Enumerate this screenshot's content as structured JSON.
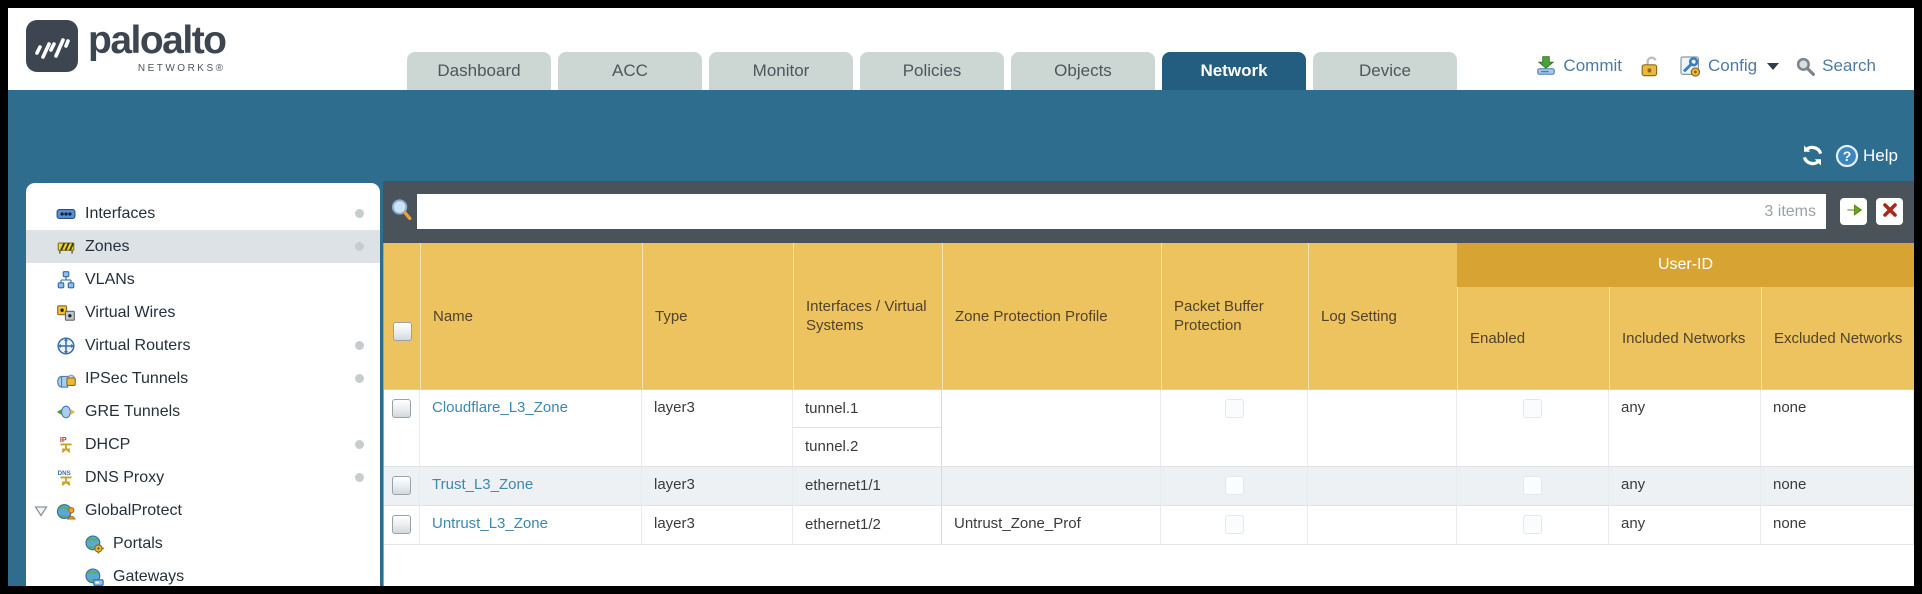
{
  "brand": {
    "logo_text": "paloalto",
    "logo_sub": "NETWORKS®",
    "logo_icon": "paloalto-logo-icon"
  },
  "nav_tabs": [
    {
      "label": "Dashboard",
      "active": false
    },
    {
      "label": "ACC",
      "active": false
    },
    {
      "label": "Monitor",
      "active": false
    },
    {
      "label": "Policies",
      "active": false
    },
    {
      "label": "Objects",
      "active": false
    },
    {
      "label": "Network",
      "active": true
    },
    {
      "label": "Device",
      "active": false
    }
  ],
  "header_actions": {
    "commit_label": "Commit",
    "commit_icon": "commit-icon",
    "lock_icon": "lock-icon",
    "config_label": "Config",
    "config_icon": "config-icon",
    "config_caret_icon": "caret-down-icon",
    "search_label": "Search",
    "search_icon": "search-icon"
  },
  "band": {
    "refresh_icon": "refresh-icon",
    "help_icon": "help-icon",
    "help_label": "Help"
  },
  "filter_bar": {
    "input_value": "",
    "items_count": "3 items",
    "search_icon": "filter-search-icon",
    "apply_icon": "go-arrow-icon",
    "clear_icon": "clear-x-icon"
  },
  "sidebar": {
    "items": [
      {
        "label": "Interfaces",
        "icon": "interfaces-icon",
        "dot": true,
        "selected": false,
        "child": false,
        "expandable": false
      },
      {
        "label": "Zones",
        "icon": "zones-icon",
        "dot": true,
        "selected": true,
        "child": false,
        "expandable": false
      },
      {
        "label": "VLANs",
        "icon": "vlans-icon",
        "dot": false,
        "selected": false,
        "child": false,
        "expandable": false
      },
      {
        "label": "Virtual Wires",
        "icon": "virtual-wires-icon",
        "dot": false,
        "selected": false,
        "child": false,
        "expandable": false
      },
      {
        "label": "Virtual Routers",
        "icon": "virtual-routers-icon",
        "dot": true,
        "selected": false,
        "child": false,
        "expandable": false
      },
      {
        "label": "IPSec Tunnels",
        "icon": "ipsec-tunnels-icon",
        "dot": true,
        "selected": false,
        "child": false,
        "expandable": false
      },
      {
        "label": "GRE Tunnels",
        "icon": "gre-tunnels-icon",
        "dot": false,
        "selected": false,
        "child": false,
        "expandable": false
      },
      {
        "label": "DHCP",
        "icon": "dhcp-icon",
        "dot": true,
        "selected": false,
        "child": false,
        "expandable": false
      },
      {
        "label": "DNS Proxy",
        "icon": "dns-proxy-icon",
        "dot": true,
        "selected": false,
        "child": false,
        "expandable": false
      },
      {
        "label": "GlobalProtect",
        "icon": "globalprotect-icon",
        "dot": false,
        "selected": false,
        "child": false,
        "expandable": true
      },
      {
        "label": "Portals",
        "icon": "portals-icon",
        "dot": false,
        "selected": false,
        "child": true,
        "expandable": false
      },
      {
        "label": "Gateways",
        "icon": "gateways-icon",
        "dot": false,
        "selected": false,
        "child": true,
        "expandable": false
      }
    ]
  },
  "zones_table": {
    "group_header_label": "User-ID",
    "columns": [
      "Name",
      "Type",
      "Interfaces / Virtual Systems",
      "Zone Protection Profile",
      "Packet Buffer Protection",
      "Log Setting",
      "Enabled",
      "Included Networks",
      "Excluded Networks"
    ],
    "rows": [
      {
        "name": "Cloudflare_L3_Zone",
        "type": "layer3",
        "interfaces": [
          "tunnel.1",
          "tunnel.2"
        ],
        "zone_protection_profile": "",
        "packet_buffer_protection_checked": false,
        "log_setting": "",
        "enabled_checked": false,
        "included_networks": "any",
        "excluded_networks": "none"
      },
      {
        "name": "Trust_L3_Zone",
        "type": "layer3",
        "interfaces": [
          "ethernet1/1"
        ],
        "zone_protection_profile": "",
        "packet_buffer_protection_checked": false,
        "log_setting": "",
        "enabled_checked": false,
        "included_networks": "any",
        "excluded_networks": "none"
      },
      {
        "name": "Untrust_L3_Zone",
        "type": "layer3",
        "interfaces": [
          "ethernet1/2"
        ],
        "zone_protection_profile": "Untrust_Zone_Prof",
        "packet_buffer_protection_checked": false,
        "log_setting": "",
        "enabled_checked": false,
        "included_networks": "any",
        "excluded_networks": "none"
      }
    ]
  },
  "colors": {
    "teal_band": "#2f6d8e",
    "active_tab": "#235e80",
    "toolbar_dark": "#4a525a",
    "header_amber": "#ecc35f",
    "user_id_band": "#d7a434",
    "link_blue": "#3e87ad",
    "inactive_tab": "#ccd6d2",
    "frame": "#000000"
  }
}
